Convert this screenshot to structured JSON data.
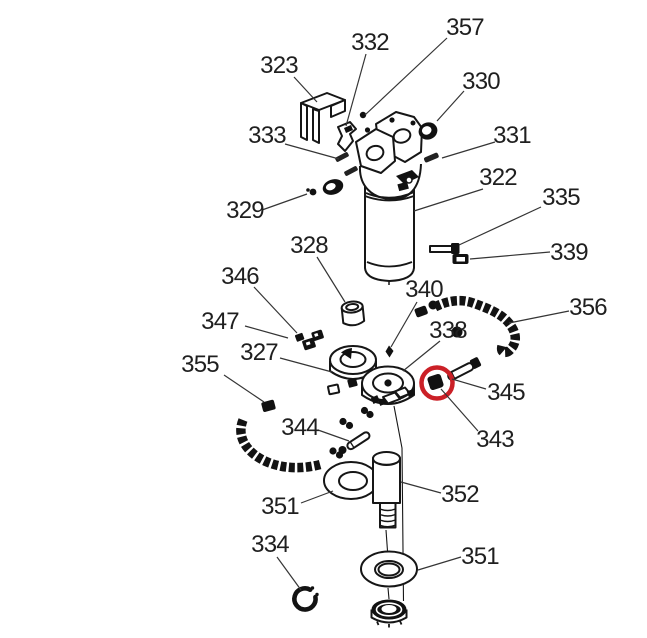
{
  "diagram": {
    "type": "exploded-parts-diagram",
    "description": "Exploded view line drawing of a filter assembly with numbered part callouts",
    "ink_color": "#161616",
    "leader_color": "#353535",
    "highlight": {
      "color": "#cb2027",
      "circled_part_label": "343"
    },
    "callouts": {
      "c357": {
        "text": "357"
      },
      "c332": {
        "text": "332"
      },
      "c323": {
        "text": "323"
      },
      "c330": {
        "text": "330"
      },
      "c333": {
        "text": "333"
      },
      "c331": {
        "text": "331"
      },
      "c322": {
        "text": "322"
      },
      "c329": {
        "text": "329"
      },
      "c335": {
        "text": "335"
      },
      "c339": {
        "text": "339"
      },
      "c328": {
        "text": "328"
      },
      "c346": {
        "text": "346"
      },
      "c340": {
        "text": "340"
      },
      "c356": {
        "text": "356"
      },
      "c347": {
        "text": "347"
      },
      "c338": {
        "text": "338"
      },
      "c327": {
        "text": "327"
      },
      "c355": {
        "text": "355"
      },
      "c345": {
        "text": "345"
      },
      "c343": {
        "text": "343"
      },
      "c344": {
        "text": "344"
      },
      "c351a": {
        "text": "351"
      },
      "c352": {
        "text": "352"
      },
      "c334": {
        "text": "334"
      },
      "c351b": {
        "text": "351"
      }
    }
  }
}
